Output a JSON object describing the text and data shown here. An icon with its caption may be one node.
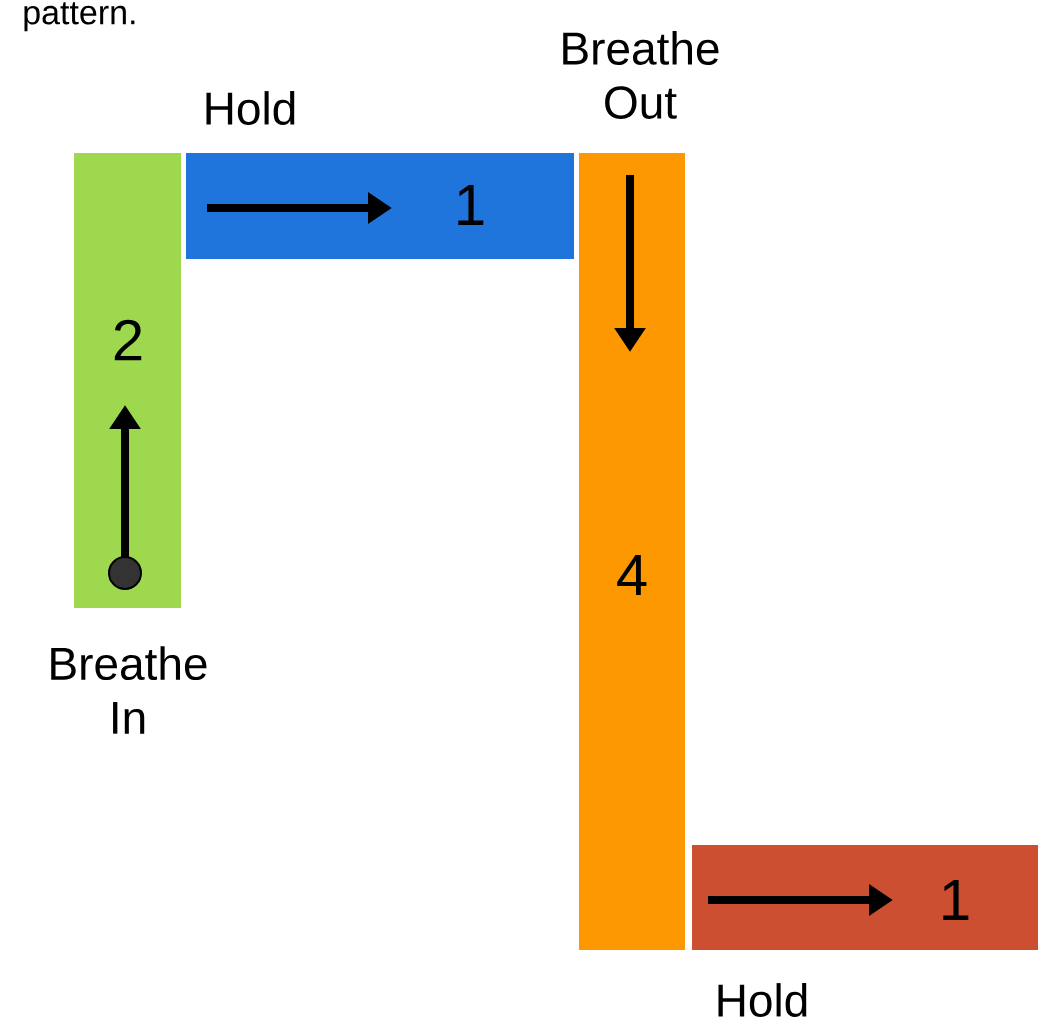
{
  "diagram": {
    "nodes": [
      {
        "text": [
          "2",
          "Breathe In"
        ]
      },
      {
        "text": [
          "Hold",
          "1"
        ]
      },
      {
        "text": [
          "Breathe Out",
          "4"
        ]
      },
      {
        "text": [
          "1",
          "Hold"
        ]
      }
    ],
    "labels": [
      "pattern."
    ]
  }
}
